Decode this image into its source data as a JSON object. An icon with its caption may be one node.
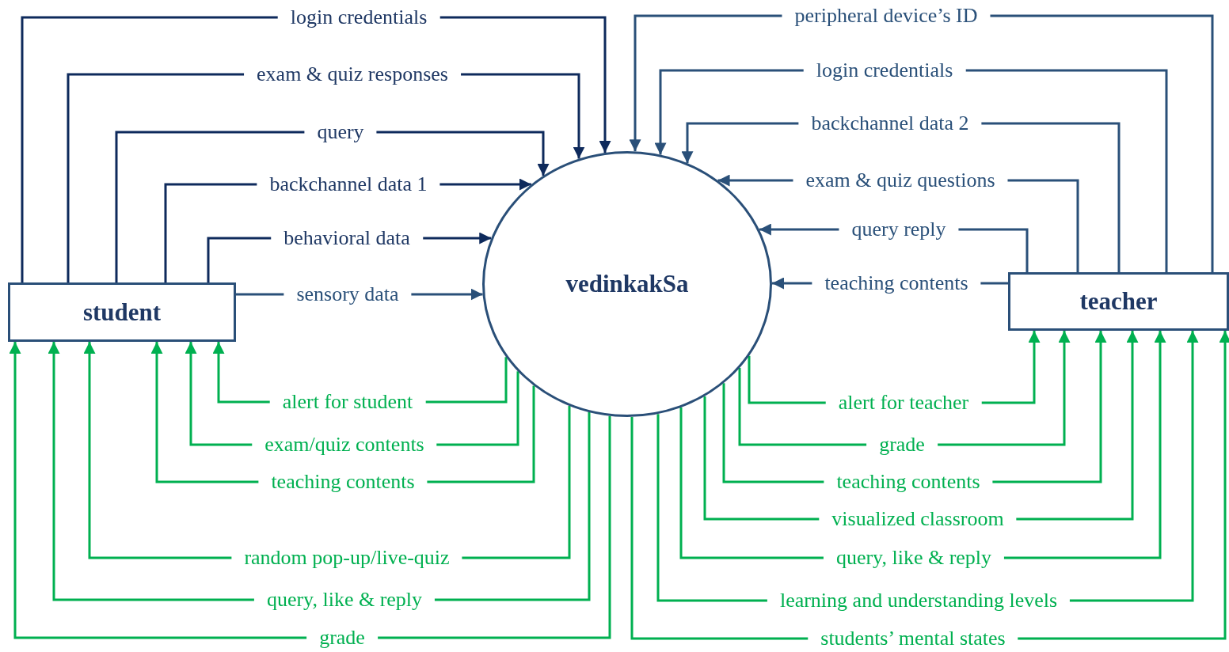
{
  "diagram": {
    "nodes": [
      {
        "text": [
          "student"
        ]
      },
      {
        "text": [
          "vedinkakSa"
        ]
      },
      {
        "text": [
          "teacher"
        ]
      }
    ],
    "edges": [
      {
        "from": 0,
        "to": 1,
        "arrow": "to",
        "label": "login credentials",
        "color": "#0e2a5c"
      },
      {
        "from": 0,
        "to": 1,
        "arrow": "to",
        "label": "exam & quiz responses",
        "color": "#0e2a5c"
      },
      {
        "from": 0,
        "to": 1,
        "arrow": "to",
        "label": "query",
        "color": "#0e2a5c"
      },
      {
        "from": 0,
        "to": 1,
        "arrow": "to",
        "label": "backchannel data 1",
        "color": "#0e2a5c"
      },
      {
        "from": 0,
        "to": 1,
        "arrow": "to",
        "label": "behavioral data",
        "color": "#0e2a5c"
      },
      {
        "from": 0,
        "to": 1,
        "arrow": "to",
        "label": "sensory data",
        "color": "#2a5079"
      },
      {
        "from": 2,
        "to": 1,
        "arrow": "to",
        "label": "peripheral device’s ID",
        "color": "#2a5079"
      },
      {
        "from": 2,
        "to": 1,
        "arrow": "to",
        "label": "login credentials",
        "color": "#2a5079"
      },
      {
        "from": 2,
        "to": 1,
        "arrow": "to",
        "label": "backchannel data 2",
        "color": "#2a5079"
      },
      {
        "from": 2,
        "to": 1,
        "arrow": "to",
        "label": "exam & quiz questions",
        "color": "#2a5079"
      },
      {
        "from": 2,
        "to": 1,
        "arrow": "to",
        "label": "query reply",
        "color": "#2a5079"
      },
      {
        "from": 2,
        "to": 1,
        "arrow": "to",
        "label": "teaching contents",
        "color": "#2a5079"
      },
      {
        "from": 1,
        "to": 0,
        "arrow": "to",
        "label": "alert for student",
        "color": "#00b050"
      },
      {
        "from": 1,
        "to": 0,
        "arrow": "to",
        "label": "exam/quiz contents",
        "color": "#00b050"
      },
      {
        "from": 1,
        "to": 0,
        "arrow": "to",
        "label": "teaching contents",
        "color": "#00b050"
      },
      {
        "from": 1,
        "to": 0,
        "arrow": "to",
        "label": "random pop-up/live-quiz",
        "color": "#00b050"
      },
      {
        "from": 1,
        "to": 0,
        "arrow": "to",
        "label": "query, like & reply",
        "color": "#00b050"
      },
      {
        "from": 1,
        "to": 0,
        "arrow": "to",
        "label": "grade",
        "color": "#00b050"
      },
      {
        "from": 1,
        "to": 2,
        "arrow": "to",
        "label": "alert for teacher",
        "color": "#00b050"
      },
      {
        "from": 1,
        "to": 2,
        "arrow": "to",
        "label": "grade",
        "color": "#00b050"
      },
      {
        "from": 1,
        "to": 2,
        "arrow": "to",
        "label": "teaching contents",
        "color": "#00b050"
      },
      {
        "from": 1,
        "to": 2,
        "arrow": "to",
        "label": "visualized classroom",
        "color": "#00b050"
      },
      {
        "from": 1,
        "to": 2,
        "arrow": "to",
        "label": "query, like & reply",
        "color": "#00b050"
      },
      {
        "from": 1,
        "to": 2,
        "arrow": "to",
        "label": "learning and understanding levels",
        "color": "#00b050"
      },
      {
        "from": 1,
        "to": 2,
        "arrow": "to",
        "label": "students’ mental states",
        "color": "#00b050"
      }
    ]
  }
}
